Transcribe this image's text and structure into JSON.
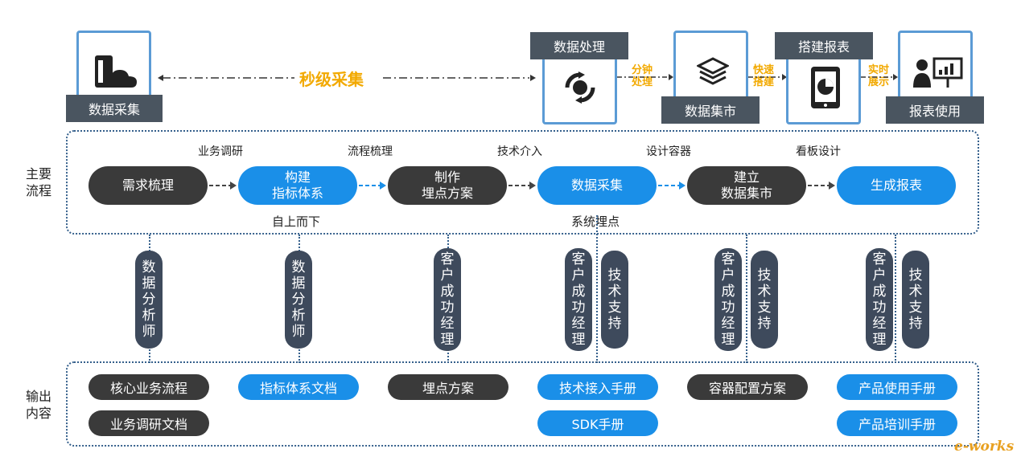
{
  "top": {
    "collect_label": "数据采集",
    "speed_label": "秒级采集",
    "process_label": "数据处理",
    "minute_label": "分钟\n处理",
    "mart_label": "数据集市",
    "fast_label": "快速\n搭建",
    "build_label": "搭建报表",
    "realtime_label": "实时\n展示",
    "use_label": "报表使用"
  },
  "main_flow": {
    "side_label": "主要\n流程",
    "steps": [
      {
        "label": "需求梳理",
        "style": "dark"
      },
      {
        "label": "构建\n指标体系",
        "style": "blue"
      },
      {
        "label": "制作\n埋点方案",
        "style": "dark"
      },
      {
        "label": "数据采集",
        "style": "blue"
      },
      {
        "label": "建立\n数据集市",
        "style": "dark"
      },
      {
        "label": "生成报表",
        "style": "blue"
      }
    ],
    "above_labels": [
      "业务调研",
      "流程梳理",
      "技术介入",
      "设计容器",
      "看板设计"
    ],
    "below_labels": [
      "自上而下",
      "系统埋点"
    ]
  },
  "roles": [
    {
      "text": "数据分析师"
    },
    {
      "text": "数据分析师"
    },
    {
      "text": "客户成功经理"
    },
    {
      "text": "客户成功经理"
    },
    {
      "text": "技术支持"
    },
    {
      "text": "客户成功经理"
    },
    {
      "text": "技术支持"
    },
    {
      "text": "客户成功经理"
    },
    {
      "text": "技术支持"
    }
  ],
  "outputs": {
    "side_label": "输出\n内容",
    "items": [
      {
        "label": "核心业务流程",
        "style": "dark"
      },
      {
        "label": "业务调研文档",
        "style": "dark"
      },
      {
        "label": "指标体系文档",
        "style": "blue"
      },
      {
        "label": "埋点方案",
        "style": "dark"
      },
      {
        "label": "技术接入手册",
        "style": "blue"
      },
      {
        "label": "SDK手册",
        "style": "blue"
      },
      {
        "label": "容器配置方案",
        "style": "dark"
      },
      {
        "label": "产品使用手册",
        "style": "blue"
      },
      {
        "label": "产品培训手册",
        "style": "blue"
      }
    ]
  },
  "watermark": "e-works",
  "colors": {
    "blue": "#1a8fe8",
    "dark": "#3a3a3a",
    "orange": "#f2a900",
    "frame": "#5b9bd5",
    "dotted": "#35608c"
  }
}
